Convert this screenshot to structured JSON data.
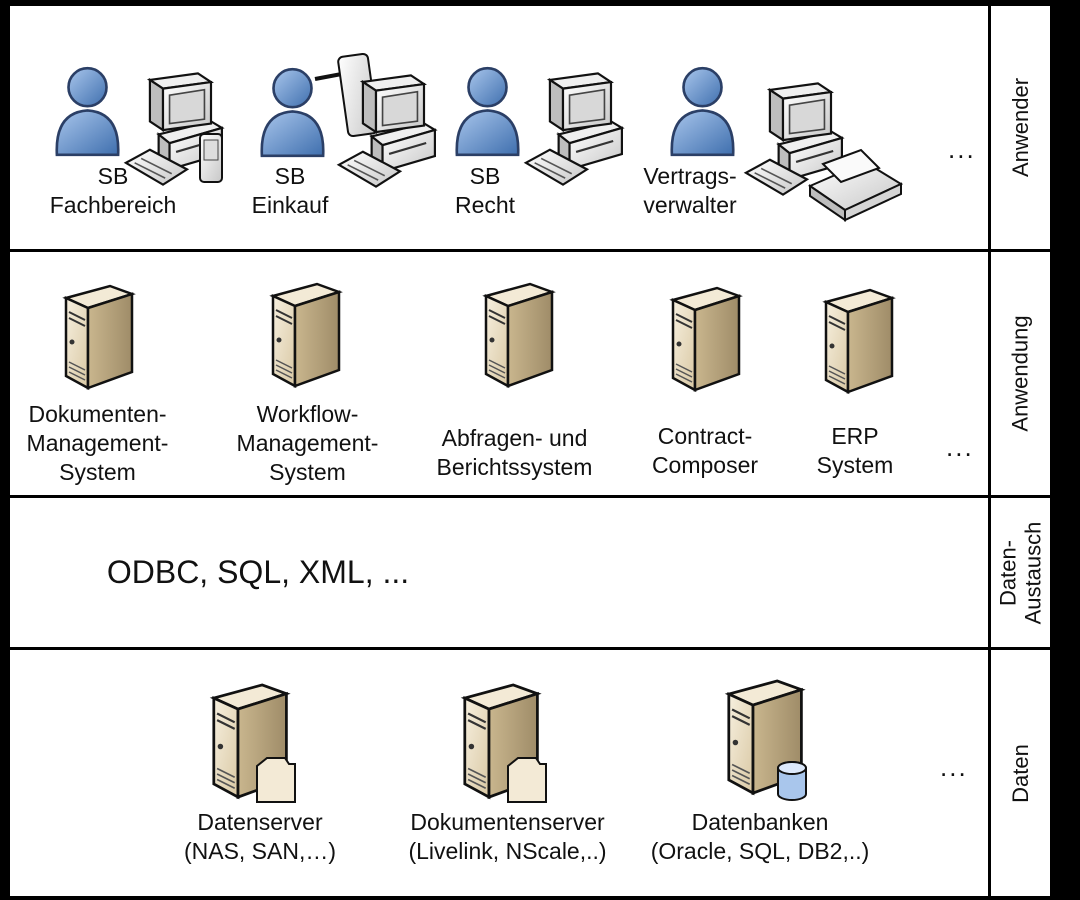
{
  "layers": {
    "users": {
      "side_label": "Anwender",
      "items": [
        {
          "label": "SB\nFachbereich",
          "icon": "user-workstation-pda-icon"
        },
        {
          "label": "SB\nEinkauf",
          "icon": "user-workstation-tablet-icon"
        },
        {
          "label": "SB\nRecht",
          "icon": "user-workstation-icon"
        },
        {
          "label": "Vertrags-\nverwalter",
          "icon": "user-workstation-scanner-icon"
        }
      ],
      "more": "..."
    },
    "applications": {
      "side_label": "Anwendung",
      "items": [
        {
          "label": "Dokumenten-\nManagement-\nSystem",
          "icon": "server-icon"
        },
        {
          "label": "Workflow-\nManagement-\nSystem",
          "icon": "server-icon"
        },
        {
          "label": "Abfragen- und\nBerichtssystem",
          "icon": "server-icon"
        },
        {
          "label": "Contract-\nComposer",
          "icon": "server-icon"
        },
        {
          "label": "ERP\nSystem",
          "icon": "server-icon"
        }
      ],
      "more": "..."
    },
    "exchange": {
      "side_label": "Daten-\nAustausch",
      "protocols": "ODBC, SQL, XML, ..."
    },
    "data": {
      "side_label": "Daten",
      "items": [
        {
          "label": "Datenserver\n(NAS, SAN,…)",
          "icon": "file-server-icon"
        },
        {
          "label": "Dokumentenserver\n(Livelink, NScale,..)",
          "icon": "document-server-icon"
        },
        {
          "label": "Datenbanken\n(Oracle, SQL, DB2,..)",
          "icon": "database-server-icon"
        }
      ],
      "more": "..."
    }
  },
  "colors": {
    "user_blue": "#6b93c9",
    "server_beige": "#e9dcc0",
    "border": "#000000"
  }
}
